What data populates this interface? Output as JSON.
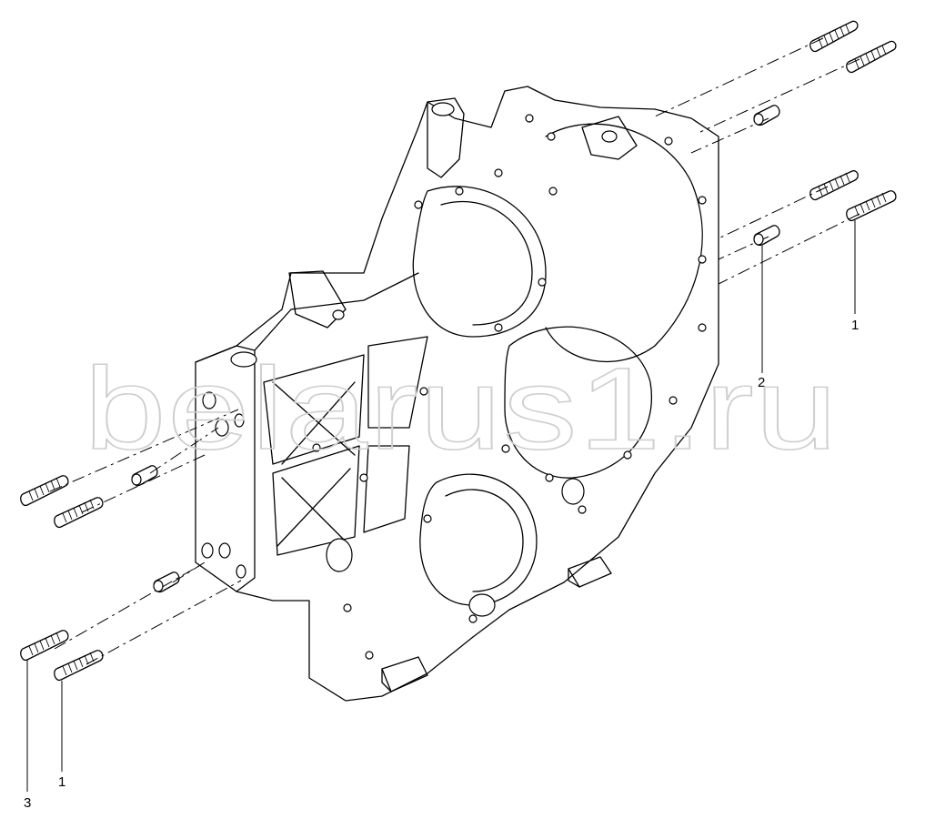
{
  "watermark": "belarus1.ru",
  "callouts": [
    {
      "label": "1",
      "ref": "stud-upper-right"
    },
    {
      "label": "2",
      "ref": "sleeve-right"
    },
    {
      "label": "1",
      "ref": "stud-lower-left"
    },
    {
      "label": "3",
      "ref": "stud-bottom-left"
    }
  ],
  "colors": {
    "line": "#000000",
    "watermark": "#cfcfcf",
    "background": "#ffffff"
  }
}
